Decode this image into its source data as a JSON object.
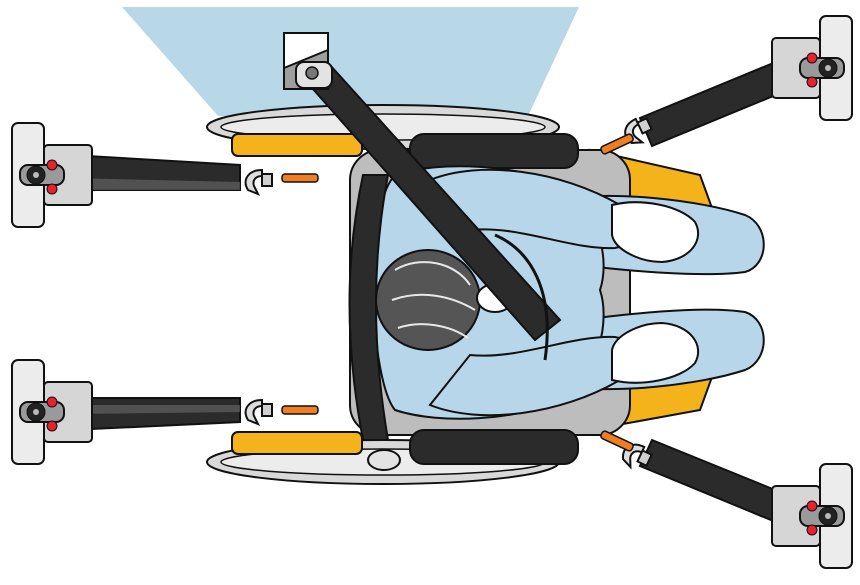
{
  "diagram": {
    "subject": "wheelchair-occupant-securement-top-view",
    "colors": {
      "background": "#ffffff",
      "light_cone": "#b8d8e8",
      "clothing": "#b7d6ea",
      "outline": "#111111",
      "strap": "#2b2b2b",
      "frame": "#f5b31b",
      "tire": "#d9d9d9",
      "anchor": "#e3e3e3",
      "hook": "#ef7d22",
      "latch_red": "#e8212b"
    },
    "anchors": [
      {
        "id": "rear-left",
        "icon": "floor-anchor-icon"
      },
      {
        "id": "rear-right",
        "icon": "floor-anchor-icon"
      },
      {
        "id": "front-left",
        "icon": "floor-anchor-icon"
      },
      {
        "id": "front-right",
        "icon": "floor-anchor-icon"
      }
    ]
  }
}
